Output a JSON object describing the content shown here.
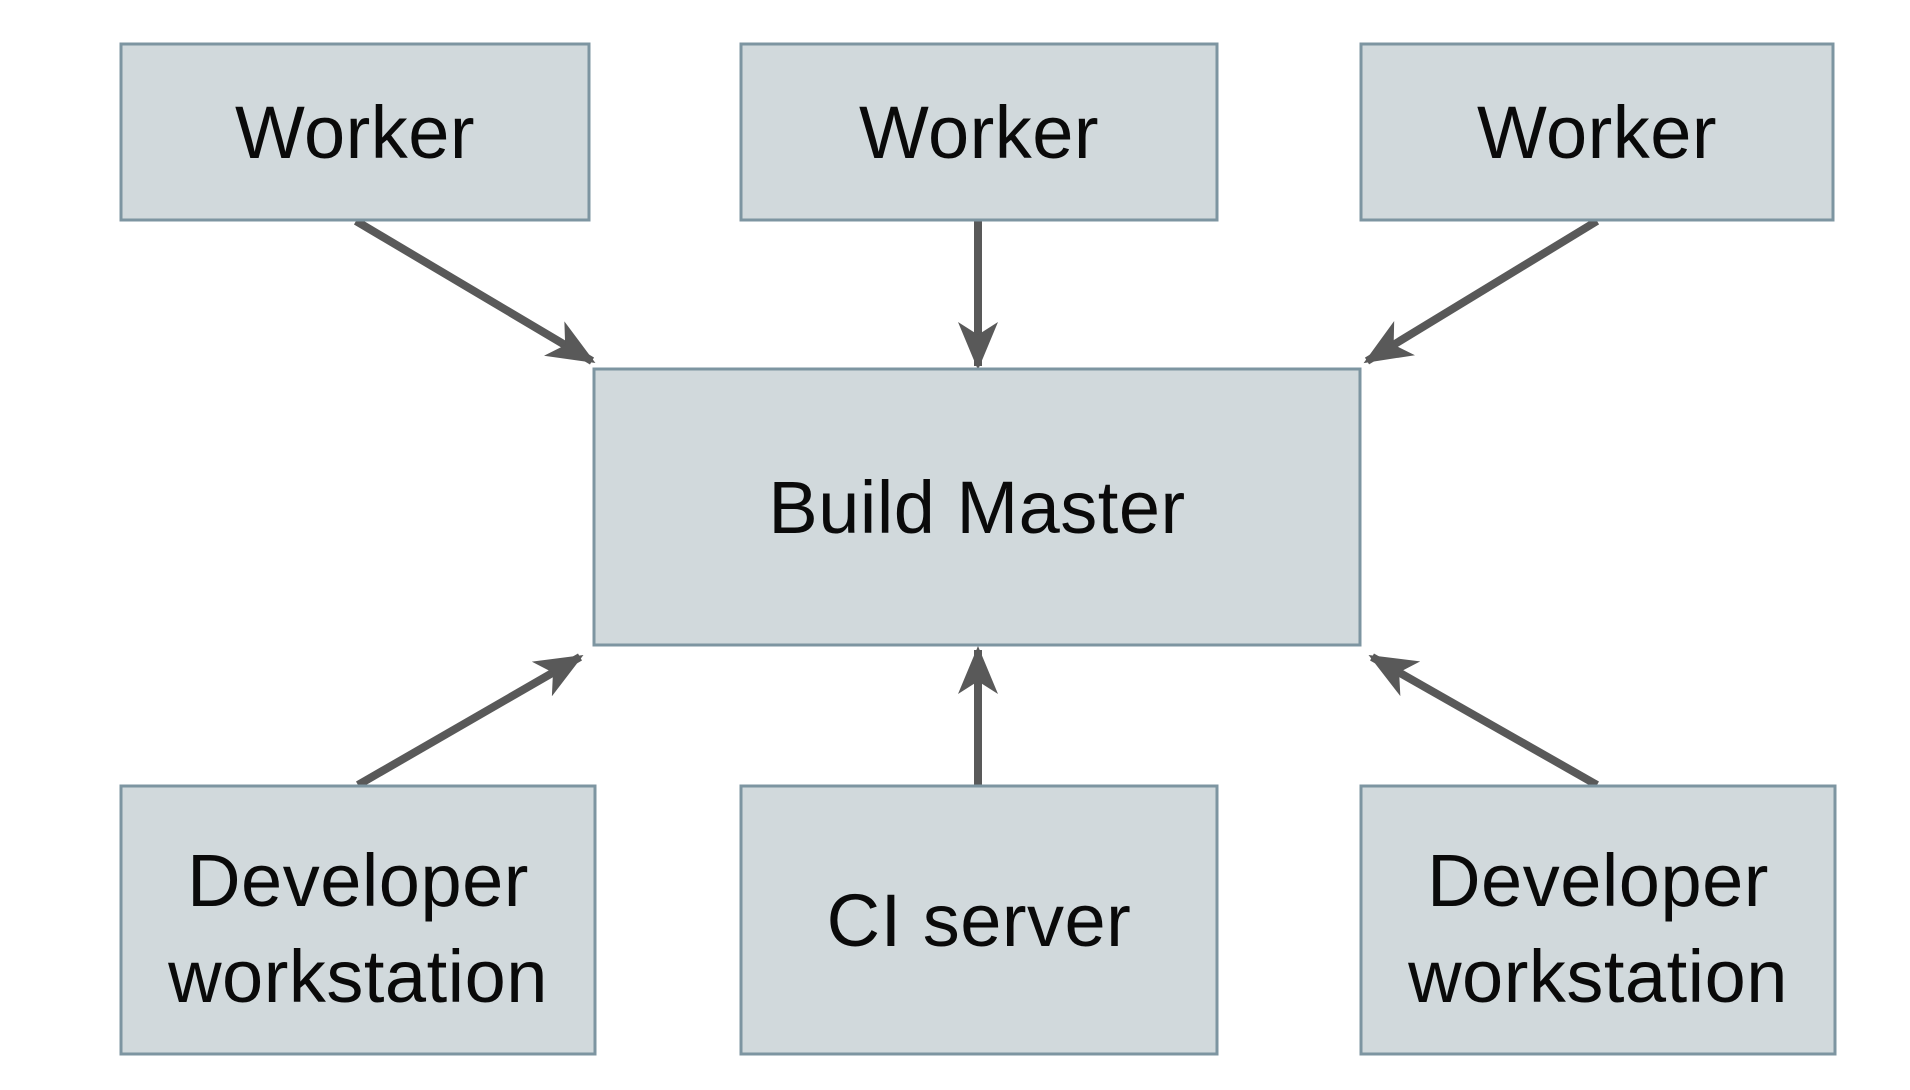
{
  "diagram": {
    "type": "architecture-diagram",
    "colors": {
      "background": "#ffffff",
      "node_fill": "#d1d9dc",
      "node_border": "#7d95a1",
      "arrow": "#595959",
      "label": "#0a0a0a"
    },
    "nodes": [
      {
        "id": "worker-1",
        "label": "Worker"
      },
      {
        "id": "worker-2",
        "label": "Worker"
      },
      {
        "id": "worker-3",
        "label": "Worker"
      },
      {
        "id": "build-master",
        "label": "Build Master"
      },
      {
        "id": "developer-workstation-1",
        "label": "Developer workstation",
        "lines": [
          "Developer",
          "workstation"
        ]
      },
      {
        "id": "ci-server",
        "label": "CI server"
      },
      {
        "id": "developer-workstation-2",
        "label": "Developer workstation",
        "lines": [
          "Developer",
          "workstation"
        ]
      }
    ],
    "edges": [
      {
        "from": "worker-1",
        "to": "build-master"
      },
      {
        "from": "worker-2",
        "to": "build-master"
      },
      {
        "from": "worker-3",
        "to": "build-master"
      },
      {
        "from": "developer-workstation-1",
        "to": "build-master"
      },
      {
        "from": "ci-server",
        "to": "build-master"
      },
      {
        "from": "developer-workstation-2",
        "to": "build-master"
      }
    ]
  }
}
